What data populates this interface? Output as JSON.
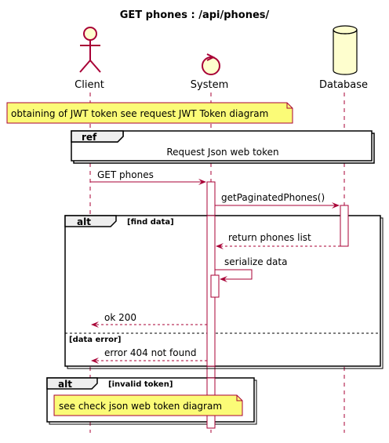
{
  "title": "GET phones : /api/phones/",
  "participants": {
    "client": "Client",
    "system": "System",
    "database": "Database"
  },
  "note_top": "obtaining of JWT token see request JWT Token diagram",
  "ref": {
    "keyword": "ref",
    "text": "Request Json web token"
  },
  "messages": {
    "get_phones": "GET phones",
    "get_paginated": "getPaginatedPhones()",
    "return_list": "return phones list",
    "serialize": "serialize data",
    "ok": "ok 200",
    "error404": "error 404 not found"
  },
  "alt1": {
    "keyword": "alt",
    "guard1": "[find data]",
    "guard2": "[data error]"
  },
  "alt2": {
    "keyword": "alt",
    "guard": "[invalid token]"
  },
  "note_bottom": "see check json web token diagram",
  "colors": {
    "stroke": "#A80036",
    "participant_fill": "#FEFECE",
    "note_fill": "#FBFB77",
    "lifeline": "#A80036",
    "black": "#000000"
  }
}
